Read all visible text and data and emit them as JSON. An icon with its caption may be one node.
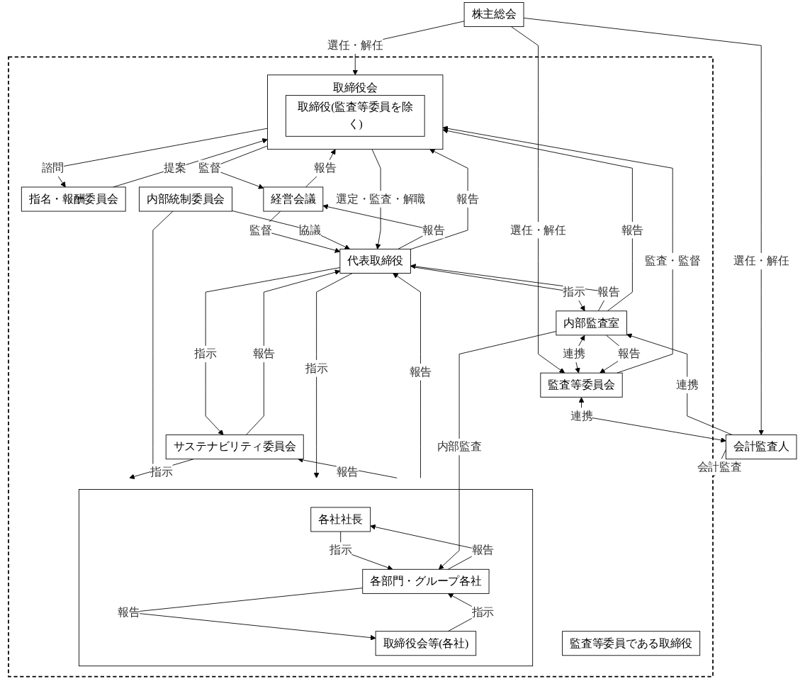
{
  "diagram": {
    "nodes": [
      {
        "text": [
          "株主総会"
        ]
      },
      {
        "text": [],
        "shape": "box"
      },
      {
        "text": [
          "取締役会"
        ],
        "in": 1
      },
      {
        "text": [
          "取締役(監査等委員を除く)"
        ],
        "in": 2
      },
      {
        "text": [
          "監査等委員会"
        ],
        "in": 1
      },
      {
        "text": [
          "監査等委員である取締役"
        ],
        "in": 1
      },
      {
        "text": [
          "会計監査人"
        ]
      },
      {
        "text": [
          "指名・報酬委員会"
        ],
        "in": 1
      },
      {
        "text": [
          "経営会議"
        ],
        "in": 1
      },
      {
        "text": [
          "代表取締役"
        ],
        "in": 1
      },
      {
        "text": [
          "内部監査室"
        ],
        "in": 1
      },
      {
        "text": [
          "内部統制委員会"
        ],
        "in": 1
      },
      {
        "text": [
          "サステナビリティ委員会"
        ],
        "in": 1
      },
      {
        "text": [],
        "shape": "box",
        "in": 1
      },
      {
        "text": [
          "各社社長"
        ],
        "in": 13
      },
      {
        "text": [
          "取締役会等(各社)"
        ],
        "in": 13
      },
      {
        "text": [
          "各部門・グループ各社"
        ],
        "in": 13
      }
    ],
    "edges": [
      {
        "from": 0,
        "to": 2,
        "arrow": "to",
        "label": "選任・解任"
      },
      {
        "from": 0,
        "to": 4,
        "arrow": "to",
        "label": "選任・解任"
      },
      {
        "from": 0,
        "to": 6,
        "arrow": "to",
        "label": "選任・解任"
      },
      {
        "from": 4,
        "to": 2,
        "arrow": "to",
        "label": "監査・監督"
      },
      {
        "from": 4,
        "to": 6,
        "arrow": "both",
        "label": "連携"
      },
      {
        "from": 2,
        "to": 7,
        "arrow": "to",
        "label": "諮問"
      },
      {
        "from": 7,
        "to": 2,
        "arrow": "to",
        "label": "提案"
      },
      {
        "from": 2,
        "to": 8,
        "arrow": "to",
        "label": "監督"
      },
      {
        "from": 8,
        "to": 2,
        "arrow": "to",
        "label": "報告"
      },
      {
        "from": 9,
        "to": 12,
        "arrow": "to",
        "label": "指示"
      },
      {
        "from": 12,
        "to": 9,
        "arrow": "to",
        "label": "報告"
      },
      {
        "from": 12,
        "to": 13,
        "arrow": "to",
        "label": "指示"
      },
      {
        "from": 13,
        "to": 12,
        "arrow": "to",
        "label": "報告"
      },
      {
        "from": 8,
        "to": 9,
        "arrow": "to",
        "label": "監督"
      },
      {
        "from": 9,
        "to": 8,
        "arrow": "to",
        "label": "報告"
      },
      {
        "from": 2,
        "to": 9,
        "arrow": "to",
        "label": "選定・監査・解職"
      },
      {
        "from": 9,
        "to": 2,
        "arrow": "to",
        "label": "報告"
      },
      {
        "from": 10,
        "to": 2,
        "arrow": "to",
        "label": "報告"
      },
      {
        "from": 10,
        "to": 4,
        "arrow": "both",
        "label": "連携"
      },
      {
        "from": 10,
        "to": 4,
        "arrow": "to",
        "label": "報告"
      },
      {
        "from": 10,
        "to": 9,
        "arrow": "to",
        "label": "報告"
      },
      {
        "from": 9,
        "to": 10,
        "arrow": "to",
        "label": "指示"
      },
      {
        "from": 6,
        "to": 10,
        "arrow": "to",
        "label": "連携"
      },
      {
        "from": 11,
        "to": 9,
        "arrow": "to",
        "label": "協議"
      },
      {
        "from": 11,
        "to": 13,
        "arrow": "to"
      },
      {
        "from": 9,
        "to": 13,
        "arrow": "to",
        "label": "指示"
      },
      {
        "from": 13,
        "to": 9,
        "arrow": "to",
        "label": "報告"
      },
      {
        "from": 14,
        "to": 16,
        "arrow": "to",
        "label": "指示"
      },
      {
        "from": 16,
        "to": 14,
        "arrow": "to",
        "label": "報告"
      },
      {
        "from": 15,
        "to": 16,
        "arrow": "to",
        "label": "指示"
      },
      {
        "from": 16,
        "to": 15,
        "arrow": "to",
        "label": "報告"
      },
      {
        "from": 10,
        "to": 16,
        "arrow": "to",
        "label": "内部監査"
      },
      {
        "from": 6,
        "to": 1,
        "arrow": "to",
        "label": "会計監査"
      }
    ]
  }
}
